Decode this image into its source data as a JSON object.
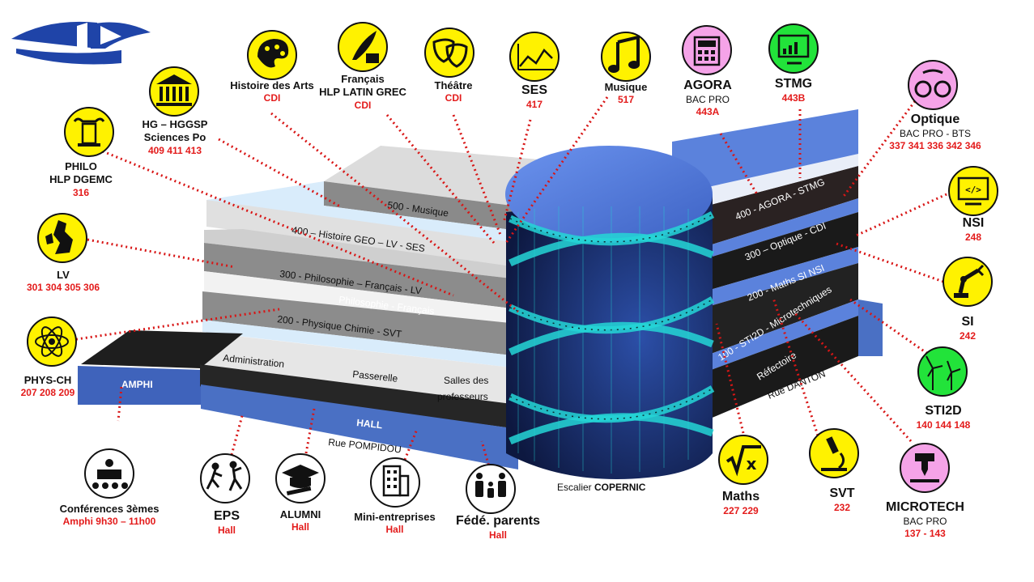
{
  "floors": {
    "f500": "500 - Musique",
    "f400": "400 – Histoire GEO – LV - SES",
    "f300": "300 - Philosophie – Français - LV",
    "f300b": "Philosophie - Français",
    "f200": "200 - Physique Chimie - SVT",
    "administration": "Administration",
    "passerelle": "Passerelle",
    "salles_prof": [
      "Salles des",
      "professeurs"
    ],
    "amphi": "AMPHI",
    "hall": "HALL",
    "rue_pompidou": "Rue POMPIDOU",
    "escalier": [
      "Escalier ",
      "COPERNIC"
    ],
    "r400": "400 - AGORA - STMG",
    "r300": "300 – Optique - CDI",
    "r200": "200 -  Maths SI NSI",
    "r100": "100 - STI2D - Microtechniques",
    "refectoire": "Réfectoire",
    "rue_danton": "Rue DANTON"
  },
  "labels": {
    "histoire_arts": {
      "name": "Histoire des Arts",
      "room": "CDI"
    },
    "francais": {
      "name": "Français",
      "sub": "HLP LATIN GREC",
      "room": "CDI"
    },
    "theatre": {
      "name": "Théâtre",
      "room": "CDI"
    },
    "ses": {
      "name": "SES",
      "room": "417"
    },
    "musique": {
      "name": "Musique",
      "room": "517"
    },
    "agora": {
      "name": "AGORA",
      "sub": "BAC PRO",
      "room": "443A"
    },
    "stmg": {
      "name": "STMG",
      "room": "443B"
    },
    "optique": {
      "name": "Optique",
      "sub": "BAC PRO - BTS",
      "room": "337 341 336 342 346"
    },
    "hg": {
      "name": "HG – HGGSP",
      "sub": "Sciences Po",
      "room": "409 411 413"
    },
    "philo": {
      "name": "PHILO",
      "sub": "HLP DGEMC",
      "room": "316"
    },
    "lv": {
      "name": "LV",
      "room": "301 304 305 306"
    },
    "physch": {
      "name": "PHYS-CH",
      "room": "207 208 209"
    },
    "nsi": {
      "name": "NSI",
      "room": "248"
    },
    "si": {
      "name": "SI",
      "room": "242"
    },
    "sti2d": {
      "name": "STI2D",
      "room": "140 144 148"
    },
    "microtech": {
      "name": "MICROTECH",
      "sub": "BAC PRO",
      "room": "137 - 143"
    },
    "maths": {
      "name": "Maths",
      "room": "227 229"
    },
    "svt": {
      "name": "SVT",
      "room": "232"
    },
    "conferences": {
      "name": "Conférences 3èmes",
      "room": "Amphi 9h30 – 11h00"
    },
    "eps": {
      "name": "EPS",
      "room": "Hall"
    },
    "alumni": {
      "name": "ALUMNI",
      "room": "Hall"
    },
    "mini": {
      "name": "Mini-entreprises",
      "room": "Hall"
    },
    "fede": {
      "name": "Fédé. parents",
      "room": "Hall"
    }
  },
  "icons": {
    "histoire_arts": "palette-icon",
    "francais": "quill-inkwell-icon",
    "theatre": "theatre-masks-icon",
    "ses": "line-chart-icon",
    "musique": "music-note-icon",
    "agora": "calculator-icon",
    "stmg": "monitor-chart-icon",
    "optique": "glasses-icon",
    "hg": "classical-building-icon",
    "philo": "ionic-column-icon",
    "lv": "british-isles-map-icon",
    "physch": "atom-icon",
    "nsi": "code-monitor-icon",
    "si": "robot-arm-icon",
    "sti2d": "wind-turbine-icon",
    "microtech": "cnc-machine-icon",
    "maths": "square-root-icon",
    "svt": "microscope-icon",
    "conferences": "conference-audience-icon",
    "eps": "athletes-icon",
    "alumni": "graduation-cap-icon",
    "mini": "office-building-icon",
    "fede": "family-icon"
  },
  "colors": {
    "icon_yellow": "#fff200",
    "icon_pink": "#f5a3e8",
    "icon_green": "#22e33a",
    "red_text": "#e31b1b",
    "red_dots": "#d81616",
    "blue_slab": "#4a70c4",
    "dark_slab": "#262626",
    "grey_slab": "#8c8c8c",
    "light_slab": "#e0e0e0",
    "sky": "#d9ecfb",
    "tower_blue": "#5b82dc",
    "helix_cyan": "#25d6d6"
  }
}
